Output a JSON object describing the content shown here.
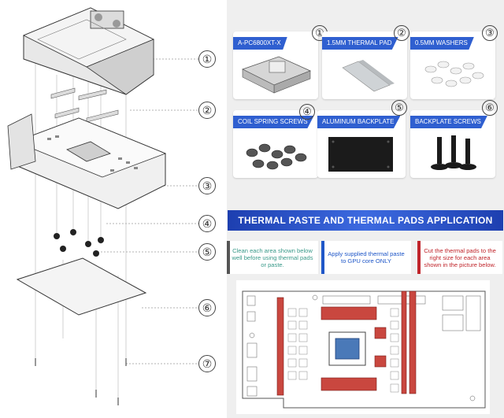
{
  "callouts": [
    "①",
    "②",
    "③",
    "④",
    "⑤",
    "⑥",
    "⑦"
  ],
  "items": [
    {
      "num": "①",
      "label": "A-PC6800XT-X"
    },
    {
      "num": "②",
      "label": "1.5MM THERMAL PAD"
    },
    {
      "num": "③",
      "label": "0.5MM WASHERS"
    },
    {
      "num": "④",
      "label": "COIL SPRING SCREWS"
    },
    {
      "num": "⑤",
      "label": "ALUMINUM BACKPLATE"
    },
    {
      "num": "⑥",
      "label": "BACKPLATE SCREWS"
    }
  ],
  "banner": "THERMAL PASTE AND THERMAL PADS APPLICATION",
  "notes": [
    {
      "text": "Clean each area shown below well before using thermal pads or paste.",
      "color": "#3a9a8a",
      "bar": "#555555"
    },
    {
      "text": "Apply supplied thermal paste to GPU core ONLY",
      "color": "#1f57c8",
      "bar": "#1f57c8"
    },
    {
      "text": "Cut the thermal pads to the right size for each area shown in the picture below.",
      "color": "#c0242a",
      "bar": "#c0242a"
    }
  ],
  "colors": {
    "accent": "#2f5fd0",
    "pad": "#c9473f",
    "core": "#4a79b8"
  }
}
